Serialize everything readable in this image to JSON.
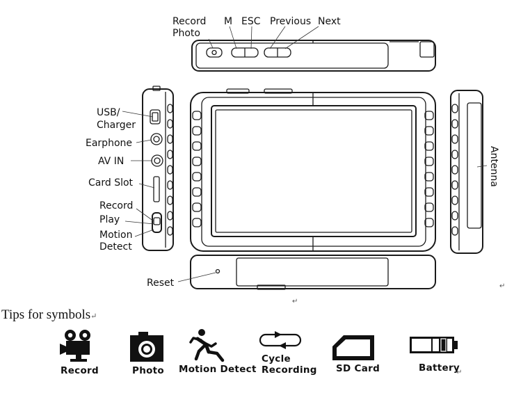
{
  "top_view_labels": {
    "record_photo_line1": "Record",
    "record_photo_line2": "Photo",
    "m": "M",
    "esc": "ESC",
    "previous": "Previous",
    "next": "Next"
  },
  "left_view_labels": {
    "usb_line1": "USB/",
    "usb_line2": "Charger",
    "earphone": "Earphone",
    "av_in": "AV IN",
    "card_slot": "Card Slot",
    "record": "Record",
    "play": "Play",
    "motion_line1": "Motion",
    "motion_line2": "Detect"
  },
  "right_view_labels": {
    "antenna": "Antenna"
  },
  "bottom_view_labels": {
    "reset": "Reset"
  },
  "tips": {
    "title": "Tips for symbols",
    "symbols": [
      {
        "label": "Record",
        "icon": "video-camera-icon"
      },
      {
        "label": "Photo",
        "icon": "photo-camera-icon"
      },
      {
        "label": "Motion Detect",
        "icon": "running-person-icon"
      },
      {
        "label_line1": "Cycle",
        "label_line2": "Recording",
        "icon": "cycle-arrows-icon"
      },
      {
        "label": "SD Card",
        "icon": "sd-card-icon"
      },
      {
        "label": "Battery",
        "icon": "battery-icon"
      }
    ]
  },
  "colors": {
    "line": "#1a1a1a",
    "screen_fill": "#ffffff",
    "icon_fill": "#111111"
  }
}
